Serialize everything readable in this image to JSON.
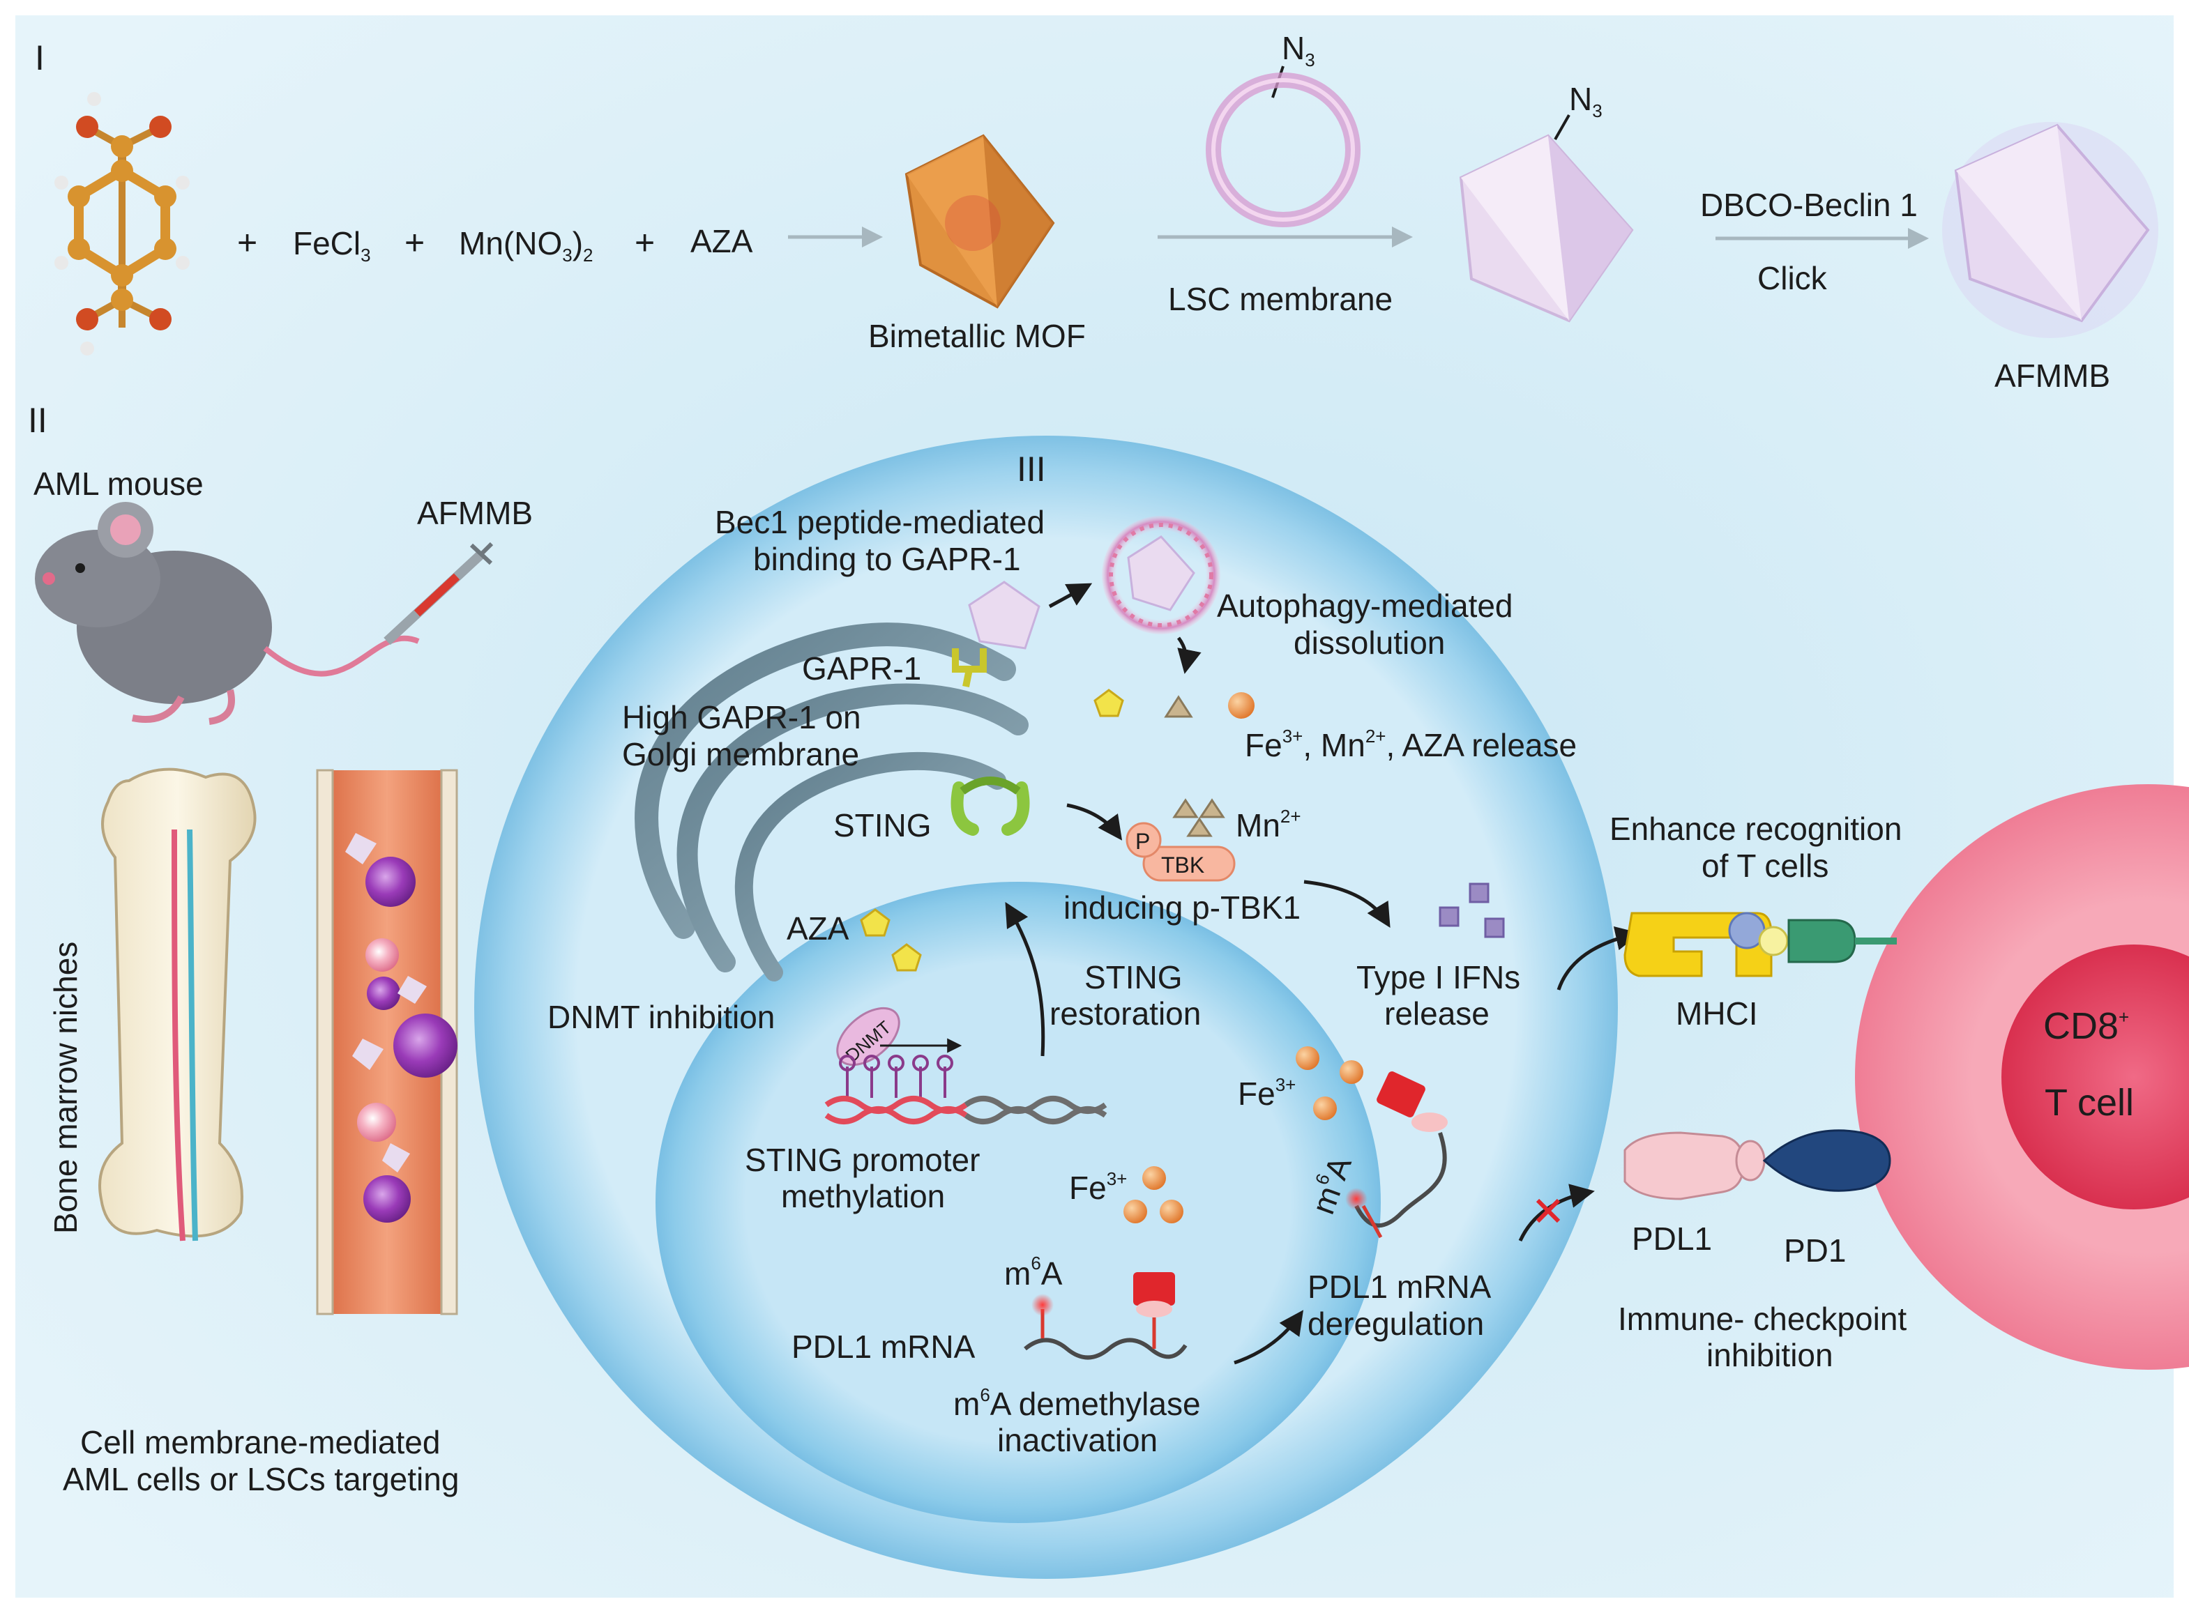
{
  "panels": {
    "p1": "I",
    "p2": "II",
    "p3": "III"
  },
  "synthesis": {
    "plus": "+",
    "fecl": "FeCl",
    "fecl_sub": "3",
    "mn_a": "Mn(NO",
    "mn_sub1": "3",
    "mn_b": ")",
    "mn_sub2": "2",
    "aza": "AZA",
    "mof": "Bimetallic MOF",
    "n": "N",
    "n_sub": "3",
    "lsc": "LSC membrane",
    "dbco": "DBCO-Beclin 1",
    "click": "Click",
    "afmmb": "AFMMB"
  },
  "left": {
    "aml_mouse": "AML mouse",
    "afmmb": "AFMMB",
    "bone_marrow": "Bone marrow niches",
    "cap1": "Cell membrane-mediated",
    "cap2": "AML cells or LSCs targeting"
  },
  "cell": {
    "bec1_1": "Bec1 peptide-mediated",
    "bec1_2": "binding to GAPR-1",
    "auto1": "Autophagy-mediated",
    "auto2": "dissolution",
    "gapr": "GAPR-1",
    "golgi1": "High GAPR-1 on",
    "golgi2": "Golgi membrane",
    "release_a": "Fe",
    "release_sup1": "3+",
    "release_b": ", Mn",
    "release_sup2": "2+",
    "release_c": ", AZA release",
    "sting": "STING",
    "p": "P",
    "tbk": "TBK",
    "mn": "Mn",
    "mn_sup": "2+",
    "ptbk": "inducing p-TBK1",
    "aza": "AZA",
    "dnmt_inh": "DNMT inhibition",
    "dnmt": "DNMT",
    "restor1": "STING",
    "restor2": "restoration",
    "ifn1": "Type I IFNs",
    "ifn2": "release",
    "prom1": "STING promoter",
    "prom2": "methylation",
    "fe": "Fe",
    "fe_sup": "3+",
    "m6a_m": "m",
    "m6a_6": "6",
    "m6a_a": "A",
    "pdl1_mrna": "PDL1 mRNA",
    "demeth_m": "m",
    "demeth_6": "6",
    "demeth_rest": "A demethylase",
    "demeth2": "inactivation",
    "dereg1": "PDL1 mRNA",
    "dereg2": "deregulation"
  },
  "tcell": {
    "enh1": "Enhance recognition",
    "enh2": "of T cells",
    "mhci": "MHCI",
    "pdl1": "PDL1",
    "pd1": "PD1",
    "icb1": "Immune- checkpoint",
    "icb2": "inhibition",
    "cd8": "CD8",
    "cd8_sup": "+",
    "tcell": "T cell"
  },
  "colors": {
    "background": "#dcf0f7",
    "cell_membrane": "#8fcbe9",
    "nucleus": "#b9def1",
    "tcell_outer": "#f38fa4",
    "tcell_inner": "#e2405f",
    "mof": "#d98a38",
    "nanoparticle": "#e8ddf0",
    "iron": "#e8893a",
    "aza": "#f2e34a",
    "sting": "#8cc63f",
    "mhc": "#f5d117",
    "tcr": "#3a9a72",
    "pdl1": "#f6c9cf",
    "pd1": "#22477e"
  }
}
